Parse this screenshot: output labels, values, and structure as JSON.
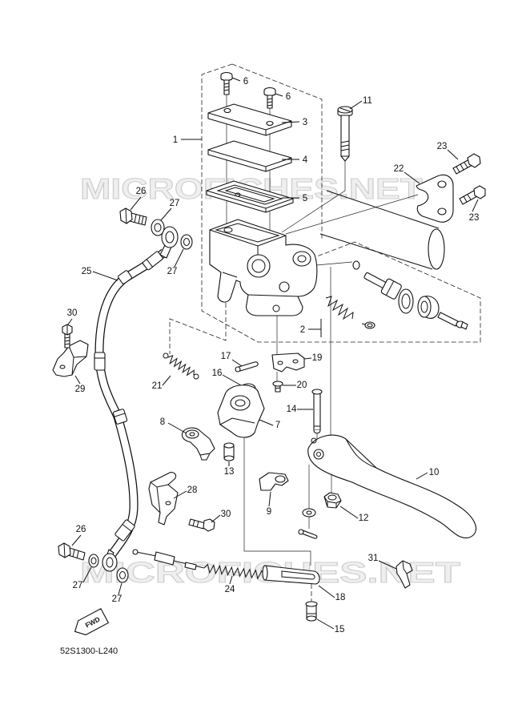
{
  "watermark": "MICROFICHES.NET",
  "fwd_label": "FWD",
  "diagram_code": "52S1300-L240",
  "callouts": [
    "6",
    "6",
    "3",
    "4",
    "5",
    "1",
    "11",
    "23",
    "22",
    "23",
    "26",
    "27",
    "27",
    "25",
    "30",
    "29",
    "17",
    "19",
    "16",
    "20",
    "21",
    "14",
    "7",
    "8",
    "13",
    "10",
    "28",
    "9",
    "30",
    "12",
    "26",
    "31",
    "27",
    "27",
    "24",
    "18",
    "15",
    "2"
  ]
}
